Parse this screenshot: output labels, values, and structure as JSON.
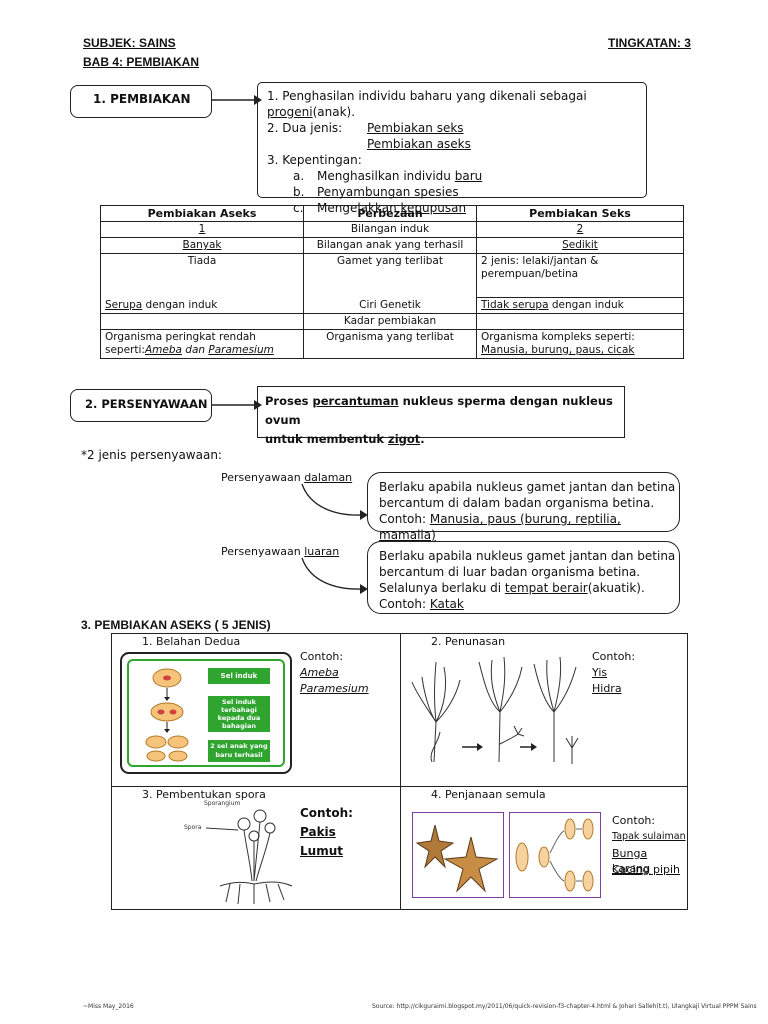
{
  "header": {
    "subject": "SUBJEK: SAINS",
    "form": "TINGKATAN: 3",
    "chapter": "BAB 4: PEMBIAKAN"
  },
  "section1": {
    "title": "1.    PEMBIAKAN",
    "l1_pre": "1. Penghasilan individu baharu yang dikenali sebagai ",
    "l1_u": "progeni",
    "l1_post": "(anak).",
    "l2_label": "2. Dua jenis:",
    "l2_a": "Pembiakan seks",
    "l2_b": "Pembiakan aseks",
    "l3": "3. Kepentingan:",
    "k_a_n": "a.",
    "k_a_pre": "Menghasilkan individu ",
    "k_a_u": "baru",
    "k_b_n": "b.",
    "k_b_u": "Penyambungan",
    "k_b_post": " spesies",
    "k_c_n": "c.",
    "k_c_pre": "Mengelakkan ",
    "k_c_u": "kepupusan"
  },
  "table": {
    "h1": "Pembiakan Aseks",
    "h2": "Perbezaan",
    "h3": "Pembiakan Seks",
    "r1": [
      "1",
      "Bilangan induk",
      "2"
    ],
    "r2": [
      "Banyak",
      "Bilangan anak yang terhasil",
      "Sedikit"
    ],
    "r3": [
      "Tiada",
      "Gamet yang terlibat",
      "2 jenis: lelaki/jantan & perempuan/betina"
    ],
    "r4_a_u": "Serupa",
    "r4_a_post": " dengan induk",
    "r4_b": "Ciri Genetik",
    "r4_c_u": "Tidak serupa",
    "r4_c_post": " dengan induk",
    "r5": "Kadar pembiakan",
    "r6_a1": "Organisma peringkat rendah",
    "r6_a2_pre": "seperti:",
    "r6_a2_u1": "Ameba",
    "r6_a2_mid": " dan ",
    "r6_a2_u2": "Paramesium",
    "r6_b": "Organisma yang terlibat",
    "r6_c1": "Organisma kompleks seperti:",
    "r6_c2": "Manusia, burung, paus, cicak"
  },
  "section2": {
    "title": "2. PERSENYAWAAN",
    "def_pre": "Proses ",
    "def_u1": "percantuman",
    "def_mid": "  nukleus sperma dengan nukleus ovum",
    "def_l2_pre": "untuk membentuk ",
    "def_u2": "zigot",
    "def_l2_post": ".",
    "types": "*2 jenis persenyawaan:",
    "dalaman_pre": "Persenyawaan ",
    "dalaman_u": "dalaman",
    "dalaman_l1": "Berlaku apabila nukleus gamet jantan dan betina",
    "dalaman_l2": "bercantum di dalam badan organisma betina.",
    "dalaman_l3_pre": "Contoh: ",
    "dalaman_l3_u": "Manusia, paus (burung, reptilia, mamalia)",
    "luaran_pre": "Persenyawaan ",
    "luaran_u": "luaran",
    "luaran_l1": "Berlaku apabila nukleus gamet jantan dan betina",
    "luaran_l2": "bercantum di luar badan organisma betina.",
    "luaran_l3_pre": "Selalunya berlaku di ",
    "luaran_l3_u": "tempat berair",
    "luaran_l3_post": "(akuatik).",
    "luaran_l4_pre": "Contoh: ",
    "luaran_l4_u": "Katak"
  },
  "section3": {
    "title": "3. PEMBIAKAN ASEKS ( 5 JENIS)",
    "c1_title": "1.     Belahan Dedua",
    "c1_contoh": "Contoh:",
    "c1_e1": "Ameba",
    "c1_e2": "Paramesium",
    "c1_diag1": "Sel induk",
    "c1_diag2": "Sel induk terbahagi kepada dua bahagian",
    "c1_diag3": "2 sel anak yang baru terhasil",
    "c2_title": "2.     Penunasan",
    "c2_contoh": "Contoh:",
    "c2_e1": "Yis",
    "c2_e2": "Hidra",
    "c3_title": "3.     Pembentukan spora",
    "c3_lbl1": "Sporangium",
    "c3_lbl2": "Spora",
    "c3_contoh": "Contoh:",
    "c3_e1": "Pakis",
    "c3_e2": "Lumut",
    "c4_title": "4.     Penjanaan semula",
    "c4_contoh": "Contoh:",
    "c4_e1": "Tapak sulaiman",
    "c4_e2": "Bunga karang",
    "c4_e3": "Cacing pipih"
  },
  "footer": {
    "author": "~Miss May_2016",
    "source": "Source: http://cikguraimi.blogspot.my/2011/06/quick-revision-f3-chapter-4.html & Johari Salleh(t.t), Ulangkaji Virtual PPPM Sains"
  },
  "colors": {
    "diagram_green": "#2fa52f",
    "diagram_frame": "#222222",
    "diagram_fill": "#f5c47a",
    "sketch_frame": "#7b3fa0"
  }
}
